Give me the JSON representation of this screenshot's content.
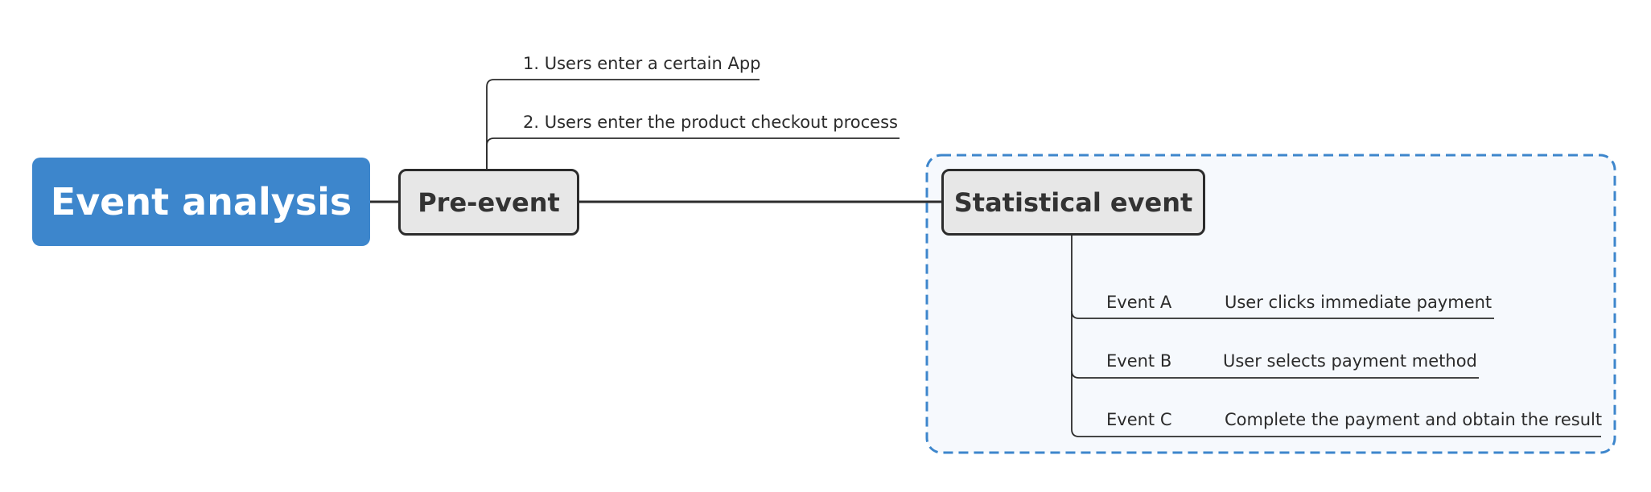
{
  "colors": {
    "root_fill": "#3d86cc",
    "node_fill": "#e7e7e7",
    "node_border": "#2c2c2c",
    "boundary_stroke": "#3d86cc",
    "boundary_fill": "#f6f9fd",
    "line": "#2c2c2c"
  },
  "root": {
    "label": "Event analysis"
  },
  "pre_event": {
    "label": "Pre-event",
    "steps": [
      "1. Users enter a certain App",
      "2. Users enter the product checkout process"
    ]
  },
  "statistical_event": {
    "label": "Statistical event",
    "events": [
      {
        "name": "Event A",
        "description": "User clicks immediate payment"
      },
      {
        "name": "Event B",
        "description": "User selects payment method"
      },
      {
        "name": "Event C",
        "description": "Complete the payment and obtain the result"
      }
    ]
  }
}
